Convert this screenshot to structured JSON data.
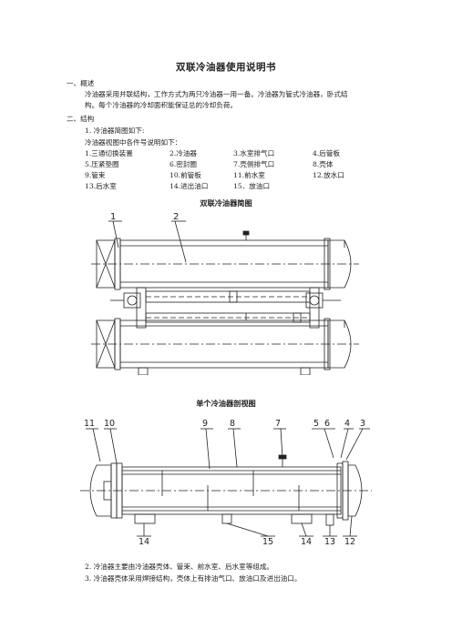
{
  "title": "双联冷油器使用说明书",
  "sections": {
    "overview_heading": "一、概述",
    "overview_line1": "冷油器采用并联结构，工作方式为两只冷油器一用一备。冷油器为管式冷油器，卧式结",
    "overview_line2": "构。每个冷油器的冷却面积能保证总的冷却负荷。",
    "structure_heading": "二、结构",
    "item1": "1.   冷油器简图如下:",
    "parts_intro": "冷油器视图中各件号说明如下：",
    "parts": [
      [
        "1.三通切换装置",
        "2.冷油器",
        "3.水室排气口",
        "4.后管板"
      ],
      [
        "5.压紧垫圈",
        "6.密封圈",
        "7.壳侧排气口",
        "8.壳体"
      ],
      [
        "9.管束",
        "10.前管板",
        "11.前水室",
        "12.放水口"
      ],
      [
        "13.后水室",
        "14.进出油口",
        "15．放油口",
        ""
      ]
    ],
    "item2": "2.   冷油器主要由冷油器壳体、管束、前水室、后水室等组成。",
    "item3": "3.   冷油器壳体采用焊接结构，壳体上有排油气口、放油口及进出油口。"
  },
  "figures": {
    "fig1_caption": "双联冷油器简图",
    "fig1_labels": [
      "1",
      "2"
    ],
    "fig2_caption": "单个冷油器剖视图",
    "fig2_labels_top": [
      "11",
      "10",
      "9",
      "8",
      "7",
      "5",
      "6",
      "4",
      "3"
    ],
    "fig2_labels_bottom": [
      "14",
      "15",
      "14",
      "13",
      "12"
    ]
  }
}
